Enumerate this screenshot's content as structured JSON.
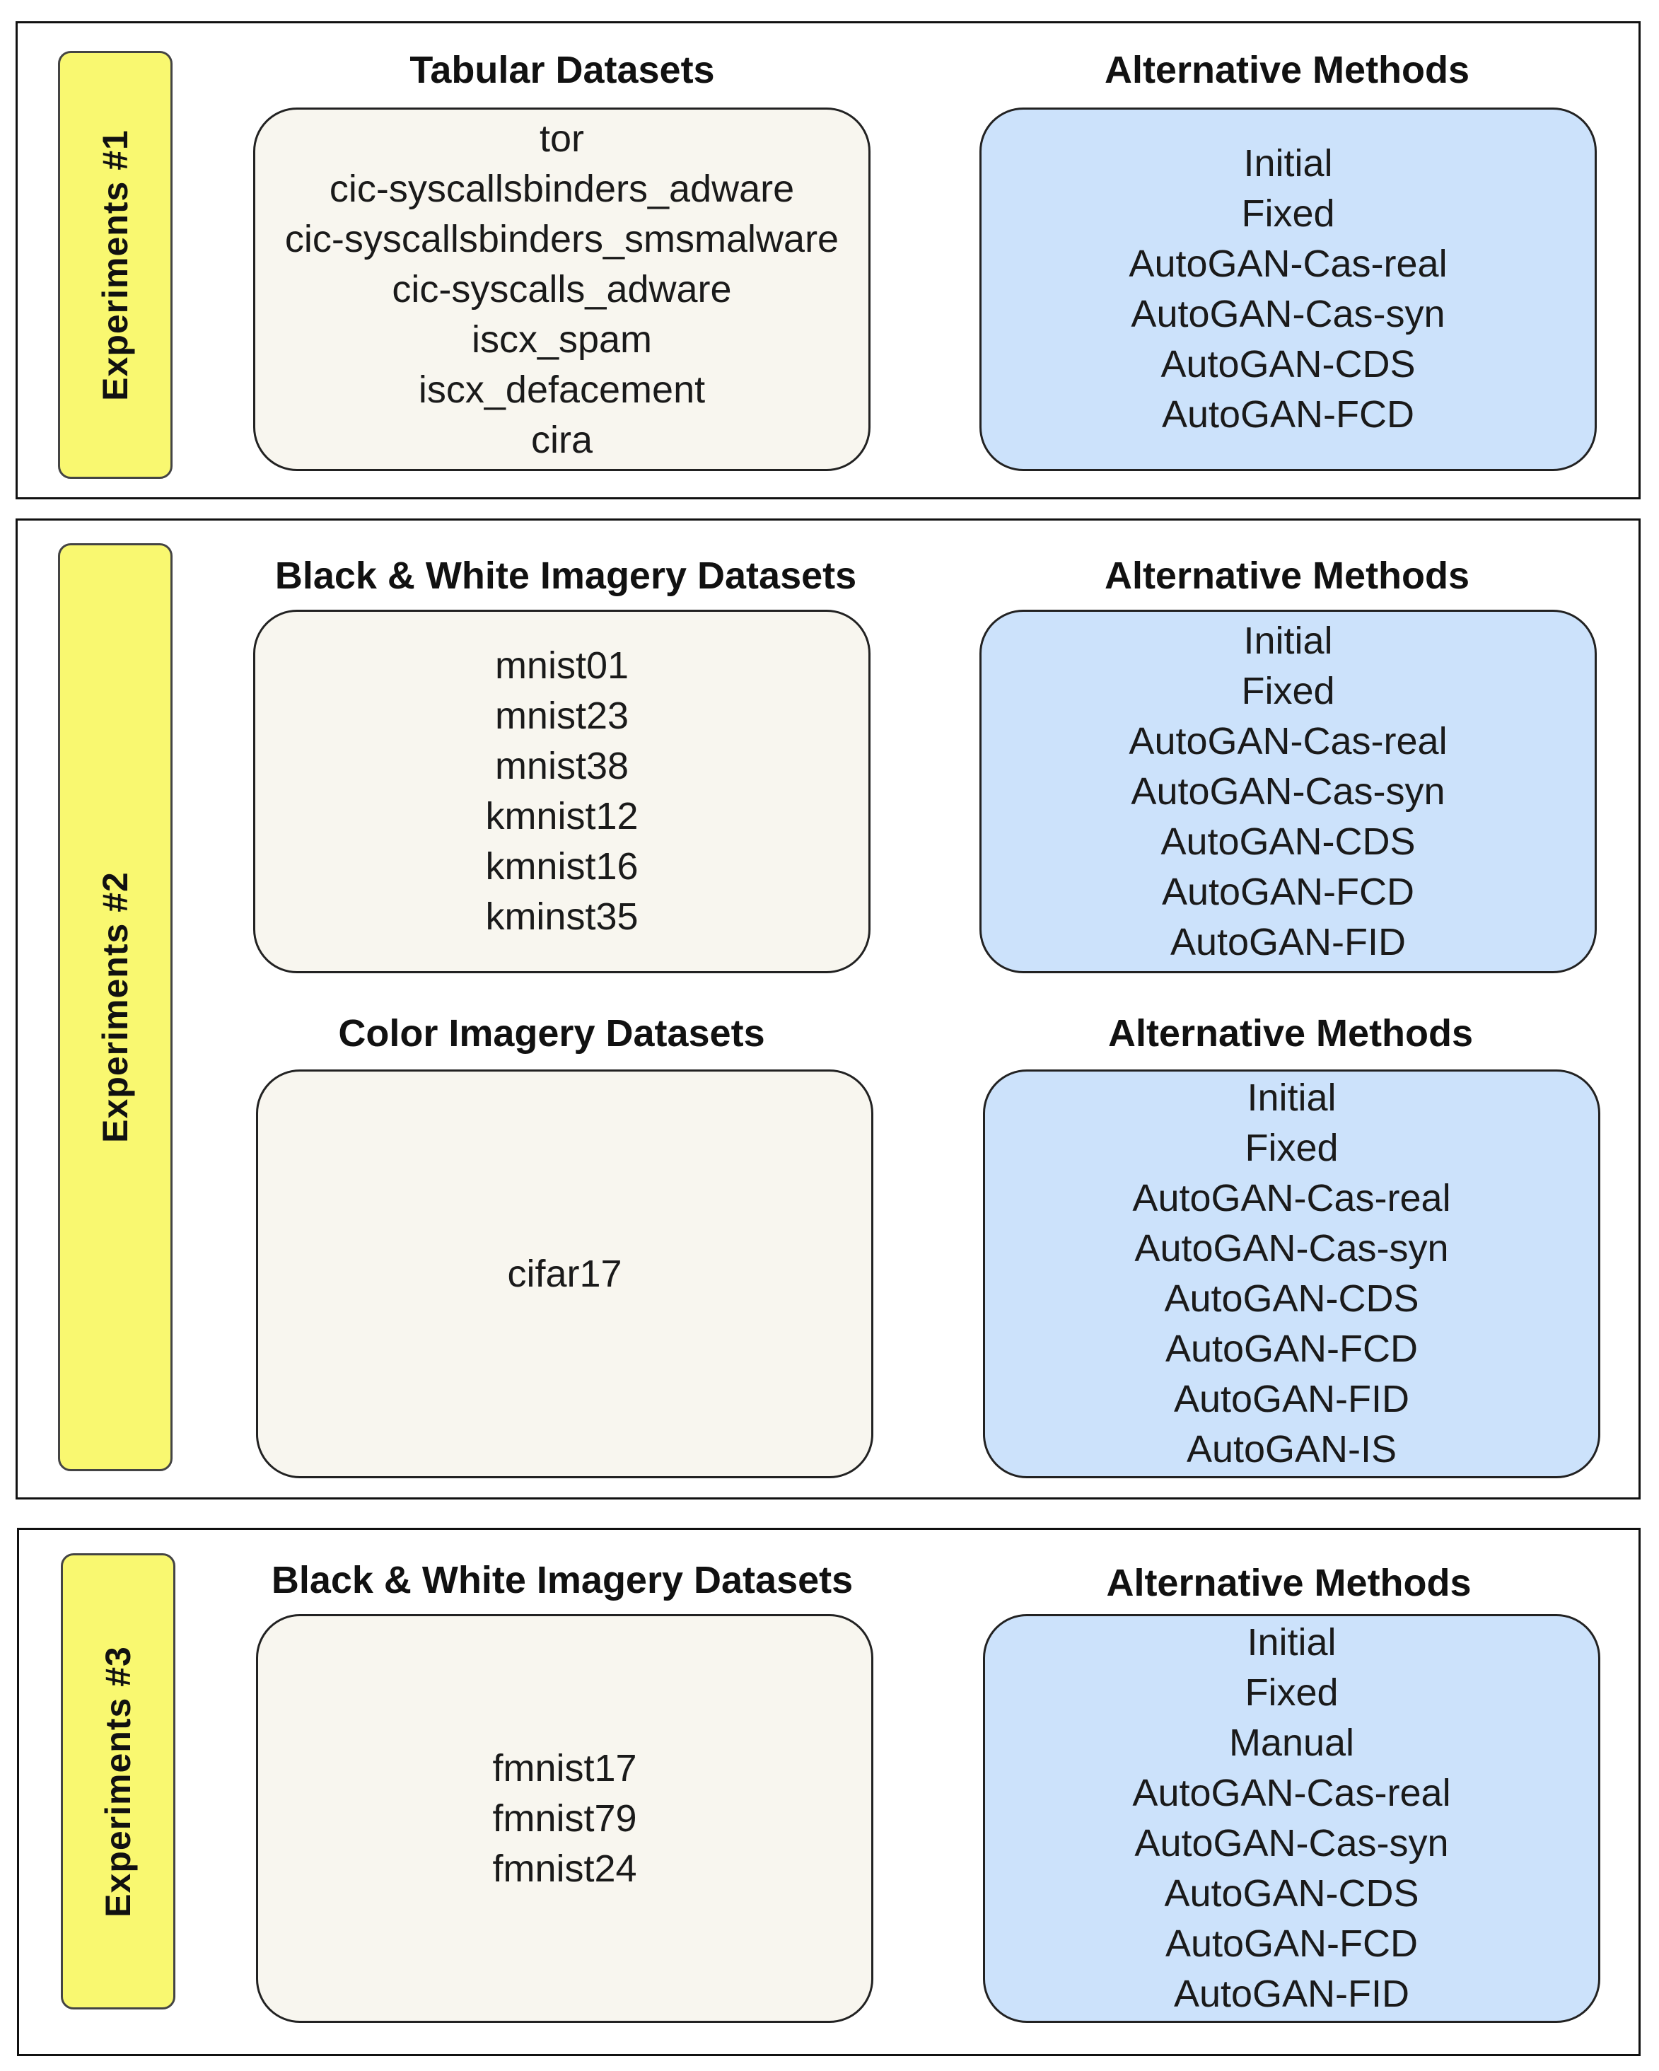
{
  "experiments": [
    {
      "label": "Experiments #1",
      "groups": [
        {
          "datasets_title": "Tabular Datasets",
          "datasets": [
            "tor",
            "cic-syscallsbinders_adware",
            "cic-syscallsbinders_smsmalware",
            "cic-syscalls_adware",
            "iscx_spam",
            "iscx_defacement",
            "cira"
          ],
          "methods_title": "Alternative Methods",
          "methods": [
            "Initial",
            "Fixed",
            "AutoGAN-Cas-real",
            "AutoGAN-Cas-syn",
            "AutoGAN-CDS",
            "AutoGAN-FCD"
          ]
        }
      ]
    },
    {
      "label": "Experiments #2",
      "groups": [
        {
          "datasets_title": "Black & White Imagery Datasets",
          "datasets": [
            "mnist01",
            "mnist23",
            "mnist38",
            "kmnist12",
            "kmnist16",
            "kminst35"
          ],
          "methods_title": "Alternative Methods",
          "methods": [
            "Initial",
            "Fixed",
            "AutoGAN-Cas-real",
            "AutoGAN-Cas-syn",
            "AutoGAN-CDS",
            "AutoGAN-FCD",
            "AutoGAN-FID"
          ]
        },
        {
          "datasets_title": "Color Imagery Datasets",
          "datasets": [
            "cifar17"
          ],
          "methods_title": "Alternative Methods",
          "methods": [
            "Initial",
            "Fixed",
            "AutoGAN-Cas-real",
            "AutoGAN-Cas-syn",
            "AutoGAN-CDS",
            "AutoGAN-FCD",
            "AutoGAN-FID",
            "AutoGAN-IS"
          ]
        }
      ]
    },
    {
      "label": "Experiments #3",
      "groups": [
        {
          "datasets_title": "Black & White Imagery Datasets",
          "datasets": [
            "fmnist17",
            "fmnist79",
            "fmnist24"
          ],
          "methods_title": "Alternative Methods",
          "methods": [
            "Initial",
            "Fixed",
            "Manual",
            "AutoGAN-Cas-real",
            "AutoGAN-Cas-syn",
            "AutoGAN-CDS",
            "AutoGAN-FCD",
            "AutoGAN-FID"
          ]
        }
      ]
    }
  ],
  "colors": {
    "experiment_tag": "#f9f870",
    "dataset_box": "#f8f6ef",
    "methods_box": "#cce2fb"
  }
}
